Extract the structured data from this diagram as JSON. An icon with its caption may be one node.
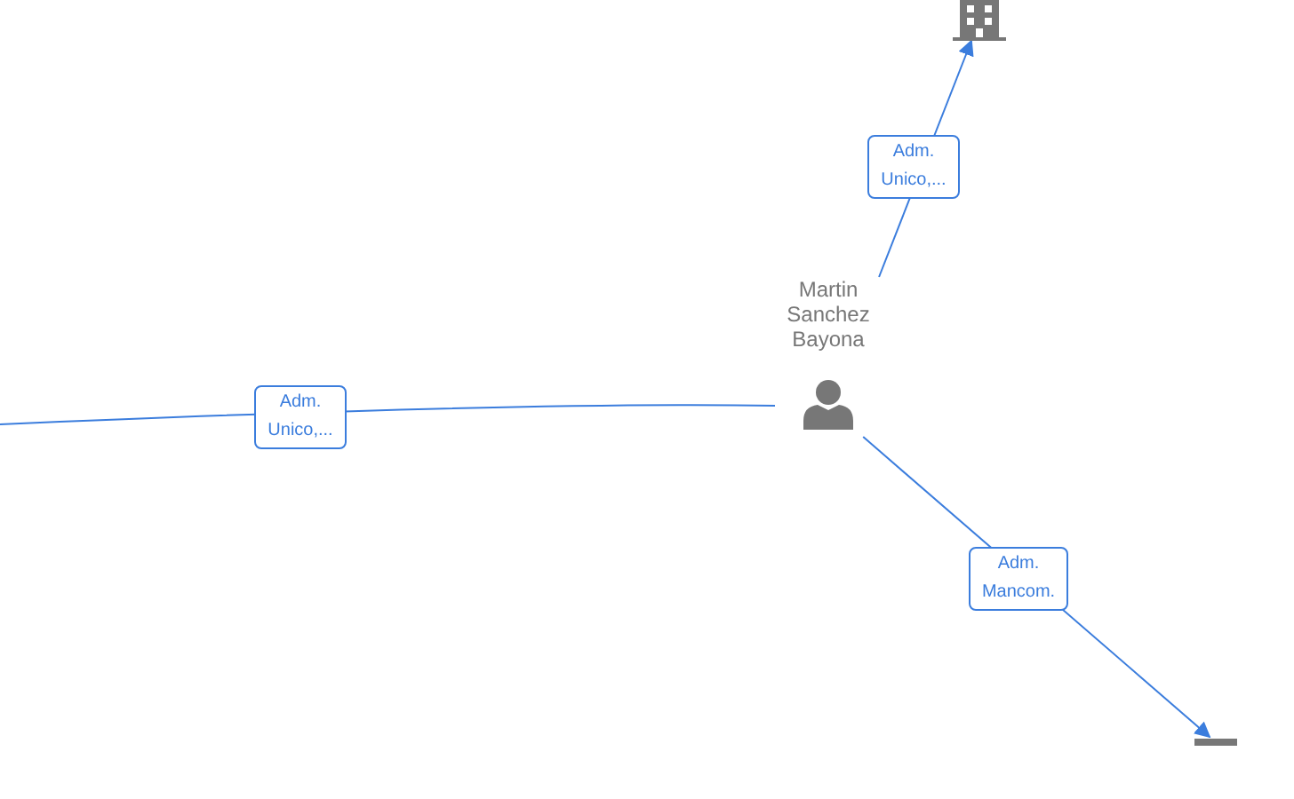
{
  "diagram": {
    "nodes": [
      {
        "text": [
          "Martin Sanchez Bayona"
        ]
      },
      {
        "text": [],
        "shape": "building"
      },
      {
        "text": [],
        "shape": "bar"
      }
    ],
    "edges": [
      {
        "from": 0,
        "to": 1,
        "arrow": "to",
        "label": "Adm. Unico,..."
      },
      {
        "from": 0,
        "to": null,
        "arrow": "none",
        "label": "Adm. Unico,..."
      },
      {
        "from": 0,
        "to": 2,
        "arrow": "to",
        "label": "Adm. Mancom."
      }
    ]
  }
}
